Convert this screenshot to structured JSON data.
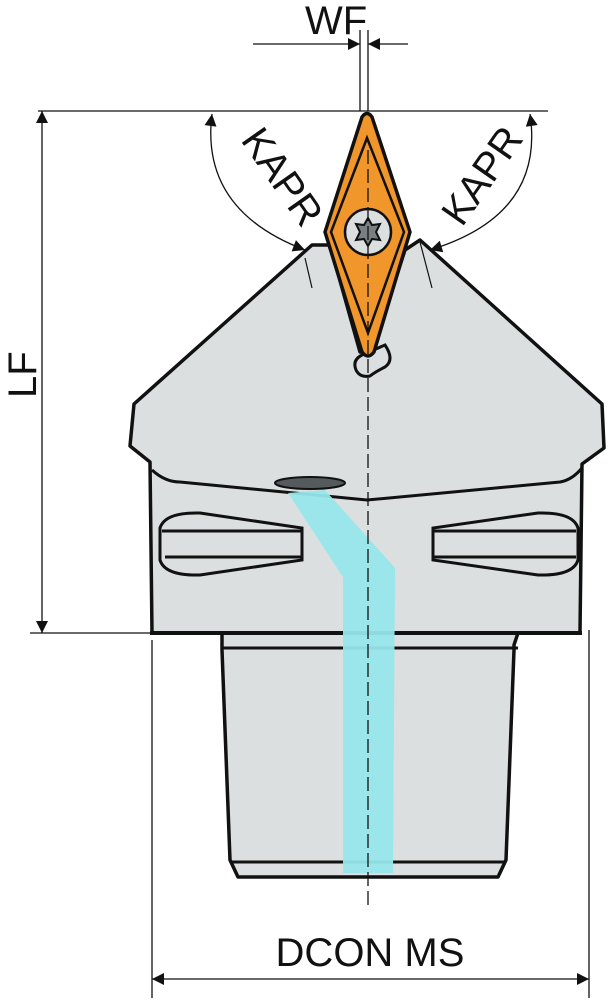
{
  "labels": {
    "wf": "WF",
    "kapr_left": "KAPR",
    "kapr_right": "KAPR",
    "lf": "LF",
    "dcon_ms": "DCON MS"
  },
  "colors": {
    "body": "#dcdfe0",
    "insert": "#f0962a",
    "coolant": "#96e6ea",
    "outline": "#111111"
  }
}
